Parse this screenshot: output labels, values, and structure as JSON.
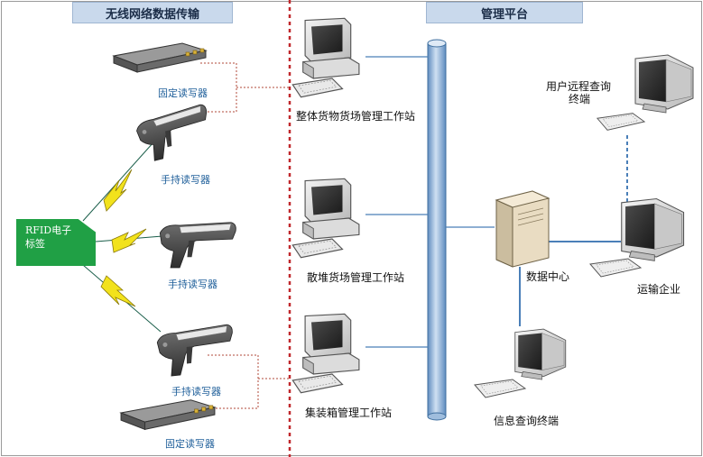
{
  "headers": {
    "left": "无线网络数据传输",
    "right": "管理平台"
  },
  "rfid_tag": {
    "line1": "RFID电子",
    "line2": "标签"
  },
  "readers": {
    "fixed_top": "固定读写器",
    "handheld_1": "手持读写器",
    "handheld_2": "手持读写器",
    "handheld_3": "手持读写器",
    "fixed_bottom": "固定读写器"
  },
  "workstations": {
    "ws_1": "整体货物货场管理工作站",
    "ws_2": "散堆货场管理工作站",
    "ws_3": "集装箱管理工作站"
  },
  "management": {
    "data_center": "数据中心",
    "remote_terminal_line1": "用户远程查询",
    "remote_terminal_line2": "终端",
    "transport": "运输企业",
    "info_terminal": "信息查询终端"
  },
  "colors": {
    "header_bg": "#c9d9ec",
    "bus": "#8fb2d6",
    "divider": "#c0282c",
    "tag_green": "#20a045",
    "link_blue": "#4a7fb8",
    "lightning": "#f2e21c"
  }
}
